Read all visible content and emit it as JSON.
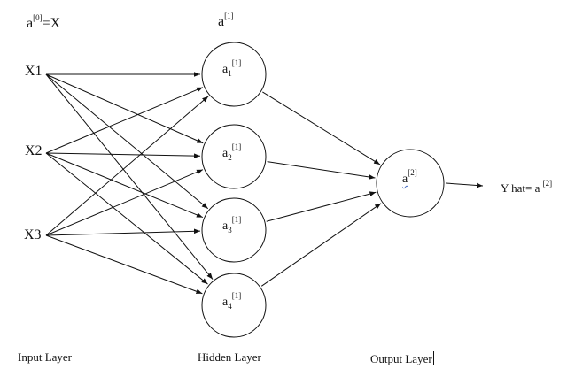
{
  "header": {
    "input_eq_base": "a",
    "input_eq_sup": "[0]",
    "input_eq_rest": "=X",
    "hidden_title_base": "a",
    "hidden_title_sup": "[1]"
  },
  "inputs": [
    "X1",
    "X2",
    "X3"
  ],
  "hidden_nodes": [
    {
      "base": "a",
      "sub": "1",
      "sup": "[1]"
    },
    {
      "base": "a",
      "sub": "2",
      "sup": "[1]"
    },
    {
      "base": "a",
      "sub": "3",
      "sup": "[1]"
    },
    {
      "base": "a",
      "sub": "4",
      "sup": "[1]"
    }
  ],
  "output_node": {
    "base": "a",
    "sup": "[2]"
  },
  "yhat": {
    "text": "Y hat= a ",
    "sup": "[2]"
  },
  "layer_labels": {
    "input": "Input Layer",
    "hidden": "Hidden Layer",
    "output": "Output Layer"
  }
}
